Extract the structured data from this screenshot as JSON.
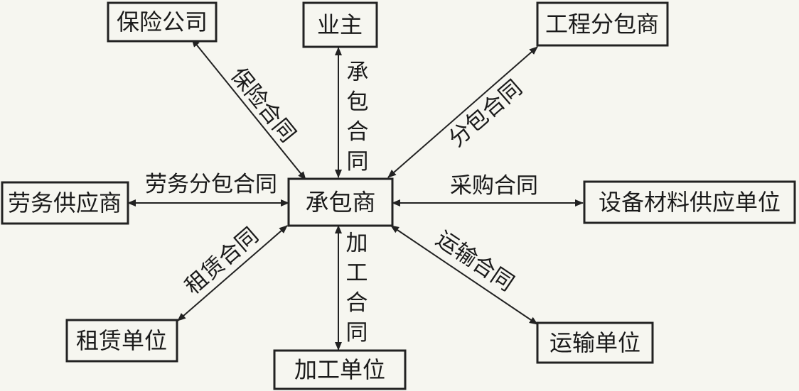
{
  "nodes": {
    "center": "承包商",
    "insurance": "保险公司",
    "owner": "业主",
    "subcontractor": "工程分包商",
    "labor": "劳务供应商",
    "equipment": "设备材料供应单位",
    "leasing": "租赁单位",
    "processing": "加工单位",
    "transport": "运输单位"
  },
  "edges": {
    "insurance": "保险合同",
    "owner": "承包合同",
    "subcontractor": "分包合同",
    "labor": "劳务分包合同",
    "equipment": "采购合同",
    "leasing": "租赁合同",
    "processing": "加工合同",
    "transport": "运输合同"
  }
}
